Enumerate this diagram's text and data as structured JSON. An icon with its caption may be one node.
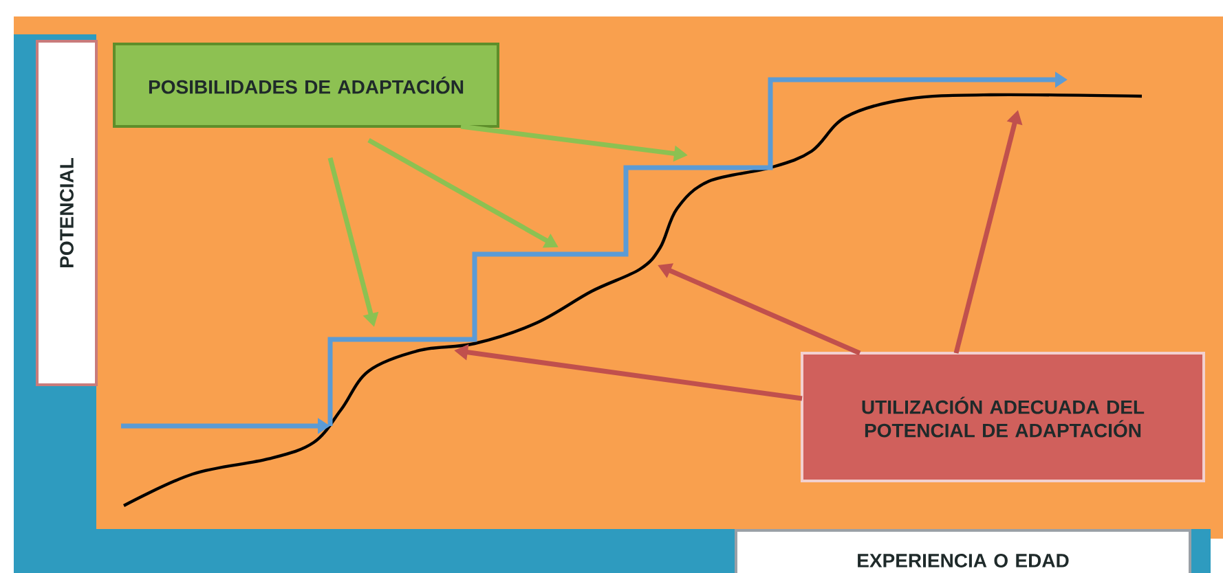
{
  "diagram": {
    "nodes": [
      {
        "text": [
          "POSIBILIDADES DE ADAPTACIÓN"
        ]
      },
      {
        "text": [
          "UTILIZACIÓN ADECUADA DEL POTENCIAL DE ADAPTACIÓN"
        ]
      },
      {
        "text": [
          "POTENCIAL"
        ]
      },
      {
        "text": [
          "EXPERIENCIA O EDAD"
        ]
      }
    ],
    "edges": [
      {
        "from": 0,
        "to": null,
        "arrow": "to",
        "color": "#8cc152"
      },
      {
        "from": 0,
        "to": null,
        "arrow": "to",
        "color": "#8cc152"
      },
      {
        "from": 0,
        "to": null,
        "arrow": "to",
        "color": "#8cc152"
      },
      {
        "from": 1,
        "to": null,
        "arrow": "to",
        "color": "#c0504d"
      },
      {
        "from": 1,
        "to": null,
        "arrow": "to",
        "color": "#c0504d"
      },
      {
        "from": 1,
        "to": null,
        "arrow": "to",
        "color": "#c0504d"
      }
    ]
  }
}
